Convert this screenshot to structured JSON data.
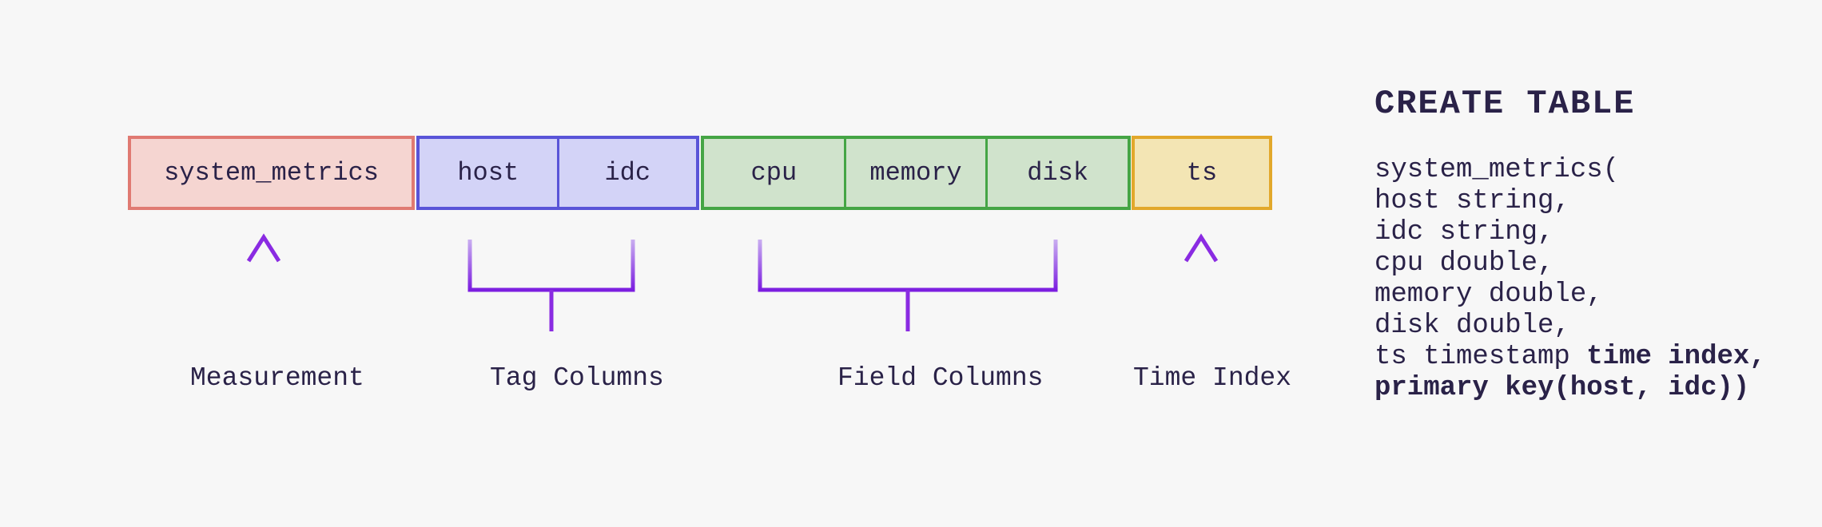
{
  "colors": {
    "background": "#f7f7f7",
    "ink": "#2a2248",
    "violet": "#8a2be2",
    "violet_dark": "#7c1ee0",
    "violet_light": "#c9aef0",
    "violet_fade": "#ddd2f6"
  },
  "diagram": {
    "table_row": {
      "groups": [
        {
          "id": "measurement",
          "cells": [
            "system_metrics"
          ],
          "fill": "#f5d5d1",
          "border": "#e07a72"
        },
        {
          "id": "tags",
          "cells": [
            "host",
            "idc"
          ],
          "fill": "#d3d3f7",
          "border": "#5954d8"
        },
        {
          "id": "fields",
          "cells": [
            "cpu",
            "memory",
            "disk"
          ],
          "fill": "#d0e3cc",
          "border": "#45a545"
        },
        {
          "id": "time",
          "cells": [
            "ts"
          ],
          "fill": "#f3e5b4",
          "border": "#e2a82b"
        }
      ]
    },
    "annotations": [
      {
        "kind": "arrow",
        "label": "Measurement"
      },
      {
        "kind": "bracket",
        "label": "Tag Columns"
      },
      {
        "kind": "bracket",
        "label": "Field Columns"
      },
      {
        "kind": "arrow",
        "label": "Time Index"
      }
    ]
  },
  "sql": {
    "title": "CREATE TABLE",
    "lines": [
      [
        {
          "text": "system_metrics(",
          "bold": false
        }
      ],
      [
        {
          "text": "host string,",
          "bold": false
        }
      ],
      [
        {
          "text": "idc string,",
          "bold": false
        }
      ],
      [
        {
          "text": "cpu double,",
          "bold": false
        }
      ],
      [
        {
          "text": "memory double,",
          "bold": false
        }
      ],
      [
        {
          "text": "disk double,",
          "bold": false
        }
      ],
      [
        {
          "text": "ts timestamp ",
          "bold": false
        },
        {
          "text": "time index,",
          "bold": true
        }
      ],
      [
        {
          "text": "primary key(host, idc))",
          "bold": true
        }
      ]
    ]
  }
}
